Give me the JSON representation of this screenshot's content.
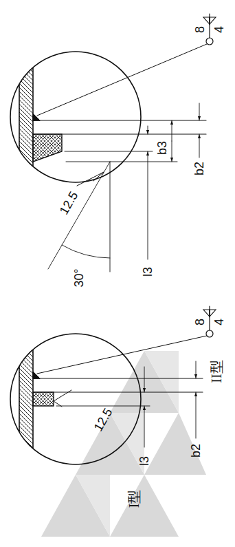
{
  "diagram": {
    "labels": [
      "8",
      "4",
      "12.5",
      "30°",
      "b2",
      "b3",
      "l3",
      "II型",
      "8",
      "4",
      "12.5",
      "b2",
      "l3",
      "I型"
    ]
  }
}
